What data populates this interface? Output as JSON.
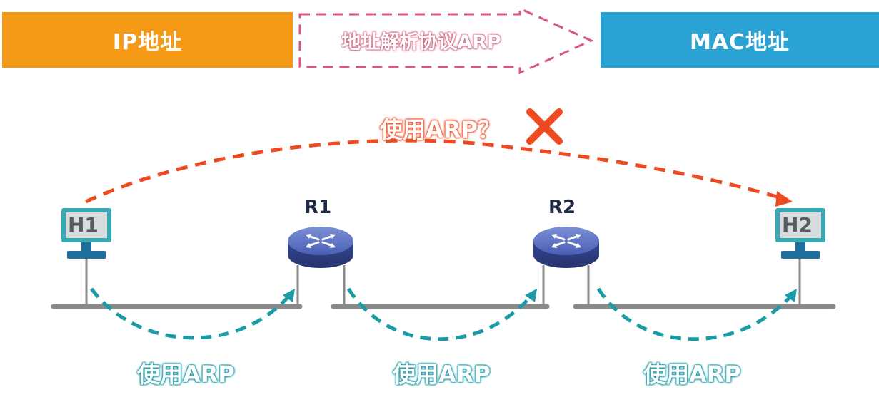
{
  "header": {
    "ip_label": "IP地址",
    "arp_label": "地址解析协议ARP",
    "mac_label": "MAC地址"
  },
  "top_query": {
    "label": "使用ARP？",
    "mark": "cross-icon"
  },
  "hosts": [
    {
      "label": "H1"
    },
    {
      "label": "H2"
    }
  ],
  "routers": [
    {
      "label": "R1"
    },
    {
      "label": "R2"
    }
  ],
  "segments": [
    {
      "label": "使用ARP"
    },
    {
      "label": "使用ARP"
    },
    {
      "label": "使用ARP"
    }
  ],
  "colors": {
    "ip_box": "#f59a17",
    "mac_box": "#2aa3d4",
    "arp_arrow": "#d9577a",
    "failed_path": "#ee4a22",
    "arp_path": "#1b9ba6",
    "bus": "#8a8a8a",
    "host_frame": "#3aa8b3",
    "router": "#3c4fa0"
  }
}
